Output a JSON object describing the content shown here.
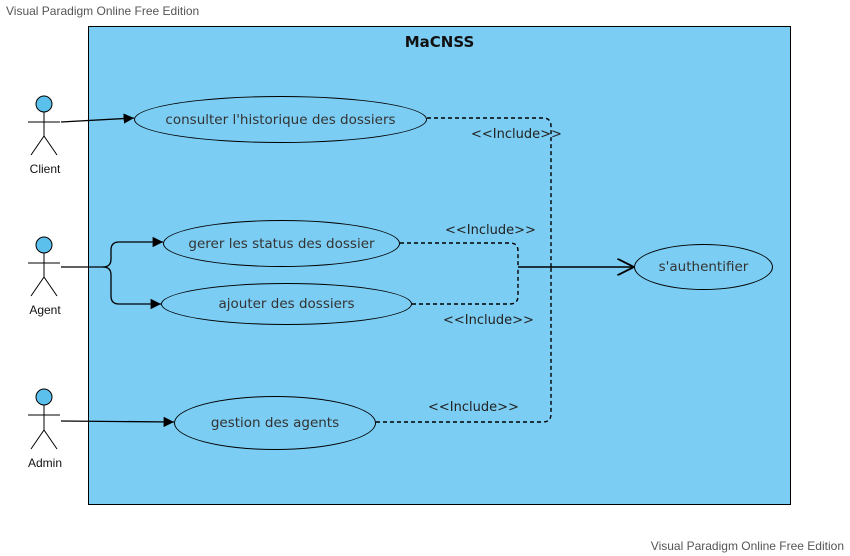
{
  "watermark_top": "Visual Paradigm Online Free Edition",
  "watermark_bottom": "Visual Paradigm Online Free Edition",
  "system": {
    "title": "MaCNSS"
  },
  "actors": {
    "client": "Client",
    "agent": "Agent",
    "admin": "Admin"
  },
  "use_cases": {
    "consulter": "consulter l'historique des dossiers",
    "gerer": "gerer les status des dossier",
    "ajouter": "ajouter des dossiers",
    "gestion": "gestion des agents",
    "auth": "s'authentifier"
  },
  "include_labels": {
    "consulter": "<<Include>>",
    "gerer": "<<Include>>",
    "ajouter": "<<Include>>",
    "gestion": "<<Include>>"
  },
  "colors": {
    "boundary_fill": "#7bcdf3",
    "actor_head": "#5bc0eb"
  }
}
